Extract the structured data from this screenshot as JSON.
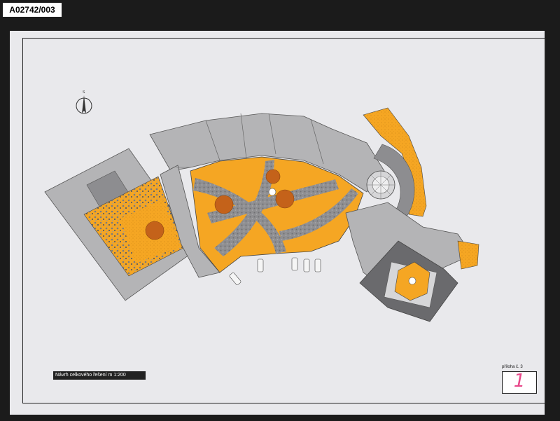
{
  "archive_id": "A02742/003",
  "drawing_title": "Návrh celkového řešení m 1:200",
  "appendix_label": "příloha č. 3",
  "appendix_number": "1",
  "north_arrow_letter": "S",
  "colors": {
    "background": "#1b1b1b",
    "sheet": "#e9e9ec",
    "roof_gray": "#b4b4b6",
    "roof_dark": "#8d8d90",
    "wall_dark": "#6a6a6d",
    "garden_orange": "#f5a623",
    "path_gray": "#8f8f92",
    "annotation_pink": "#e8488a"
  },
  "icons": [
    "north-arrow-icon",
    "car-icon",
    "tree-icon",
    "fountain-icon",
    "spiral-staircase-icon"
  ]
}
